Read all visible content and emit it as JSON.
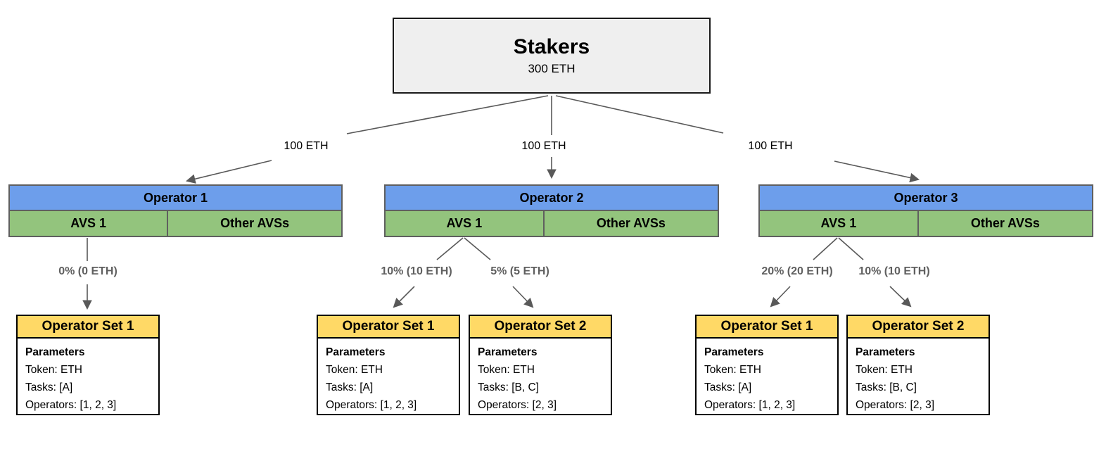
{
  "palette": {
    "operator_header_blue": "#6d9eeb",
    "avs_row_green": "#93c47d",
    "set_header_yellow": "#ffd966",
    "stakers_fill_gray": "#efefef",
    "connector_gray": "#595959",
    "allocation_label_gray": "#5f5f5f"
  },
  "stakers": {
    "title": "Stakers",
    "amount": "300 ETH"
  },
  "edges": {
    "stake_to_op1": "100 ETH",
    "stake_to_op2": "100 ETH",
    "stake_to_op3": "100 ETH",
    "alloc_op1_set1": "0% (0 ETH)",
    "alloc_op2_set1": "10% (10 ETH)",
    "alloc_op2_set2": "5% (5 ETH)",
    "alloc_op3_set1": "20% (20 ETH)",
    "alloc_op3_set2": "10% (10 ETH)"
  },
  "operators": [
    {
      "name": "Operator 1",
      "avs": "AVS 1",
      "other": "Other AVSs"
    },
    {
      "name": "Operator 2",
      "avs": "AVS 1",
      "other": "Other AVSs"
    },
    {
      "name": "Operator 3",
      "avs": "AVS 1",
      "other": "Other AVSs"
    }
  ],
  "operator_sets": [
    {
      "title": "Operator Set 1",
      "heading": "Parameters",
      "token": "Token: ETH",
      "tasks": "Tasks: [A]",
      "operators": "Operators: [1, 2, 3]"
    },
    {
      "title": "Operator Set 1",
      "heading": "Parameters",
      "token": "Token: ETH",
      "tasks": "Tasks: [A]",
      "operators": "Operators: [1, 2, 3]"
    },
    {
      "title": "Operator Set 2",
      "heading": "Parameters",
      "token": "Token: ETH",
      "tasks": "Tasks: [B, C]",
      "operators": "Operators: [2, 3]"
    },
    {
      "title": "Operator Set 1",
      "heading": "Parameters",
      "token": "Token: ETH",
      "tasks": "Tasks: [A]",
      "operators": "Operators: [1, 2, 3]"
    },
    {
      "title": "Operator Set 2",
      "heading": "Parameters",
      "token": "Token: ETH",
      "tasks": "Tasks: [B, C]",
      "operators": "Operators: [2, 3]"
    }
  ]
}
